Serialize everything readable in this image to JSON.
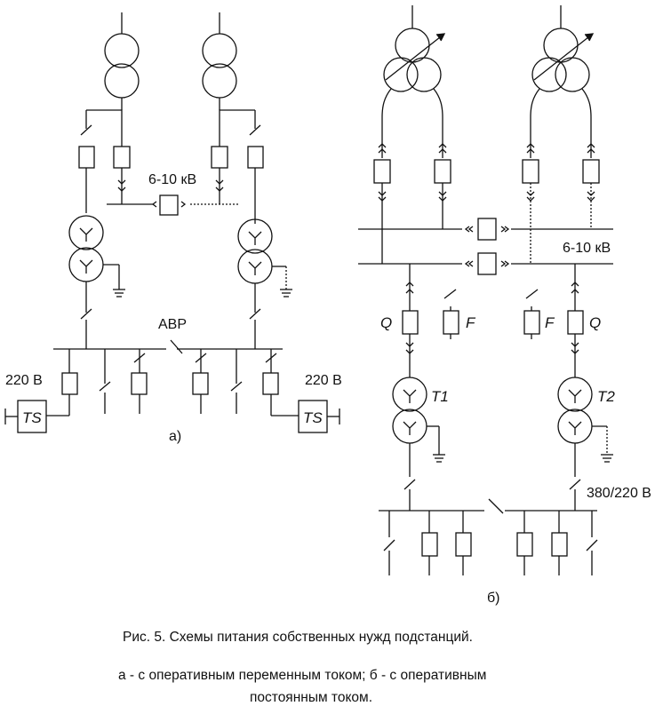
{
  "scheme_a": {
    "bus_voltage": "6-10 кВ",
    "avr": "АВР",
    "left_load_voltage": "220 В",
    "right_load_voltage": "220 В",
    "left_ts": "TS",
    "right_ts": "TS",
    "label": "а)"
  },
  "scheme_b": {
    "bus_voltage": "6-10 кВ",
    "left_switch": "Q",
    "left_fuse": "F",
    "right_fuse": "F",
    "right_switch": "Q",
    "left_transformer": "T1",
    "right_transformer": "T2",
    "low_voltage": "380/220 В",
    "label": "б)"
  },
  "caption": {
    "title": "Рис. 5.  Схемы питания собственных нужд подстанций.",
    "line1": "а - с оперативным переменным током; б - с оперативным",
    "line2": "постоянным током."
  },
  "colors": {
    "ink": "#111111",
    "background": "#ffffff"
  }
}
